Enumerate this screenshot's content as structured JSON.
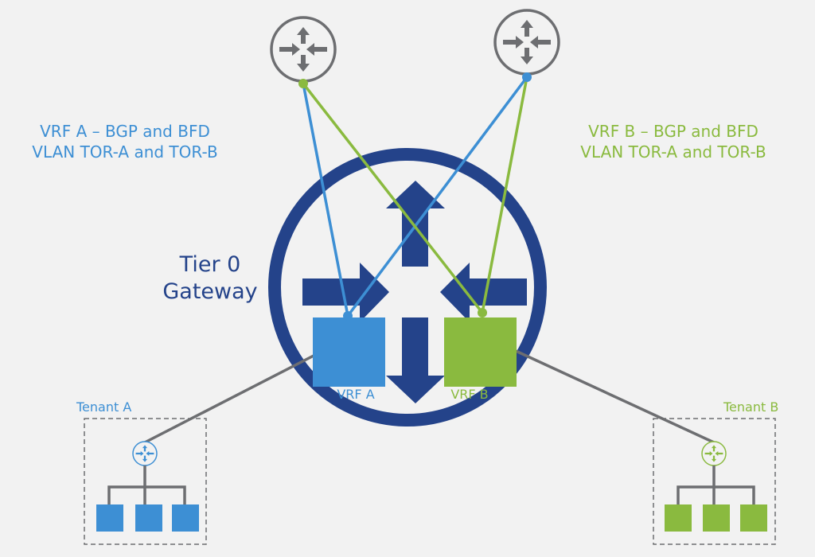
{
  "colors": {
    "background": "#f2f2f2",
    "vrf_a": "#3d8fd4",
    "vrf_b": "#8aba3f",
    "gateway": "#24438a",
    "neutral": "#6d6e71"
  },
  "captions": {
    "vrf_a_line1": "VRF A – BGP and BFD",
    "vrf_a_line2": "VLAN TOR-A and TOR-B",
    "vrf_b_line1": "VRF B – BGP and BFD",
    "vrf_b_line2": "VLAN TOR-A and TOR-B"
  },
  "gateway": {
    "line1": "Tier 0",
    "line2": "Gateway"
  },
  "vrfs": [
    {
      "label": "VRF A"
    },
    {
      "label": "VRF B"
    }
  ],
  "tenants": [
    {
      "label": "Tenant A"
    },
    {
      "label": "Tenant B"
    }
  ],
  "icons": {
    "tor_router": "router-icon",
    "tenant_router": "router-icon"
  }
}
